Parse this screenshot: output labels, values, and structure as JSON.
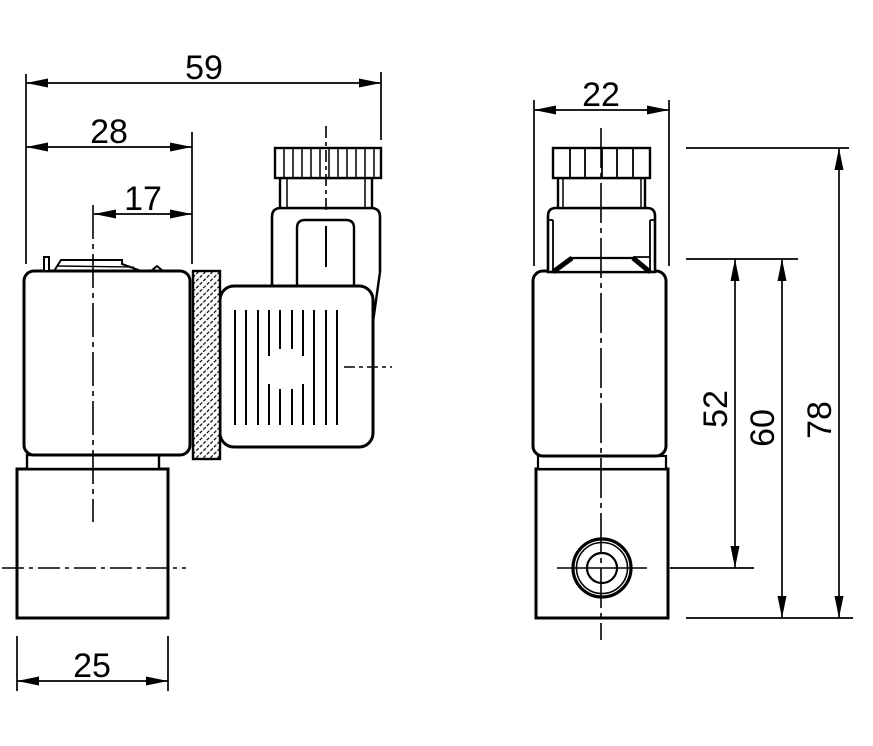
{
  "colors": {
    "background": "#ffffff",
    "line": "#000000"
  },
  "side_view": {
    "dim_overall_length": "59",
    "dim_coil_length": "28",
    "dim_axis_to_mount_face": "17",
    "dim_body_width": "25"
  },
  "front_view": {
    "dim_width": "22",
    "dim_port_axis_height": "52",
    "dim_coil_top_height": "60",
    "dim_overall_height": "78"
  }
}
